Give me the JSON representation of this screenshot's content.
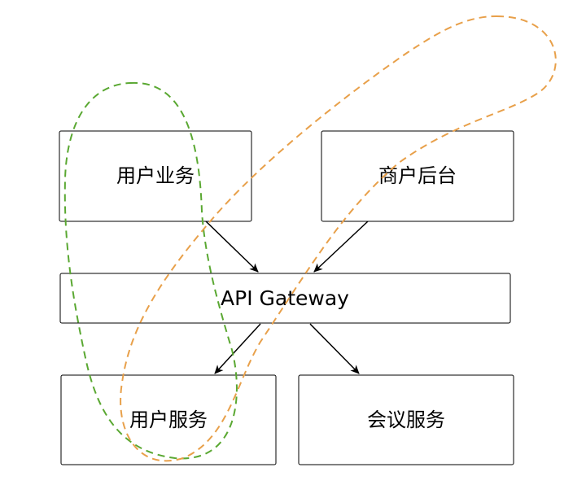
{
  "nodes": {
    "user_business": "用户业务",
    "merchant_backend": "商户后台",
    "api_gateway": "API Gateway",
    "user_service": "用户服务",
    "meeting_service": "会议服务"
  },
  "edges": [
    {
      "from": "user_business",
      "to": "api_gateway"
    },
    {
      "from": "merchant_backend",
      "to": "api_gateway"
    },
    {
      "from": "api_gateway",
      "to": "user_service"
    },
    {
      "from": "api_gateway",
      "to": "meeting_service"
    }
  ],
  "groupings": [
    {
      "style": "dashed",
      "color": "#5aa832",
      "members": [
        "user_business",
        "user_service"
      ]
    },
    {
      "style": "dashed",
      "color": "#e8a04a",
      "members": [
        "merchant_backend",
        "api_gateway",
        "user_service"
      ]
    }
  ]
}
